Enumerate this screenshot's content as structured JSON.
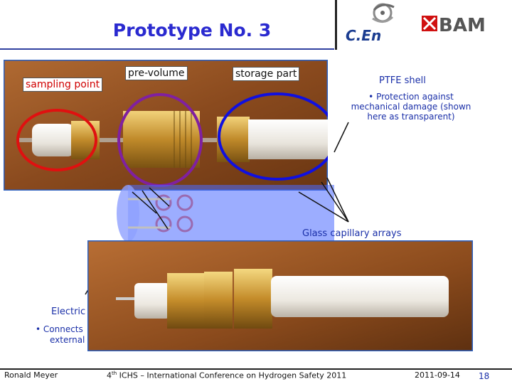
{
  "slide": {
    "title": "Prototype No. 3"
  },
  "logos": {
    "cen": "C.En",
    "bam": "BAM"
  },
  "labels": {
    "sampling_point": "sampling point",
    "pre_volume": "pre-volume",
    "storage_part": "storage part",
    "ptfe_shell": "PTFE shell",
    "ptfe_desc": "• Protection against mechanical damage (shown here as  transparent)",
    "glass_arrays": "Glass capillary arrays",
    "electric": "Electric",
    "connects_line1": "• Connects",
    "connects_line2": "external"
  },
  "footer": {
    "author": "Ronald Meyer",
    "conf_ordinal": "4",
    "conf_suffix": "th",
    "conf_rest": " ICHS – International Conference on Hydrogen Safety 2011",
    "date": "2011-09-14",
    "page": "18"
  },
  "colors": {
    "title": "#2a2ad0",
    "annotation": "#1a2fa8",
    "sampling_circle": "#e01010",
    "prevolume_circle": "#8020a0",
    "storage_circle": "#1010e0",
    "bam_red": "#d01010",
    "bam_gray": "#555555"
  }
}
